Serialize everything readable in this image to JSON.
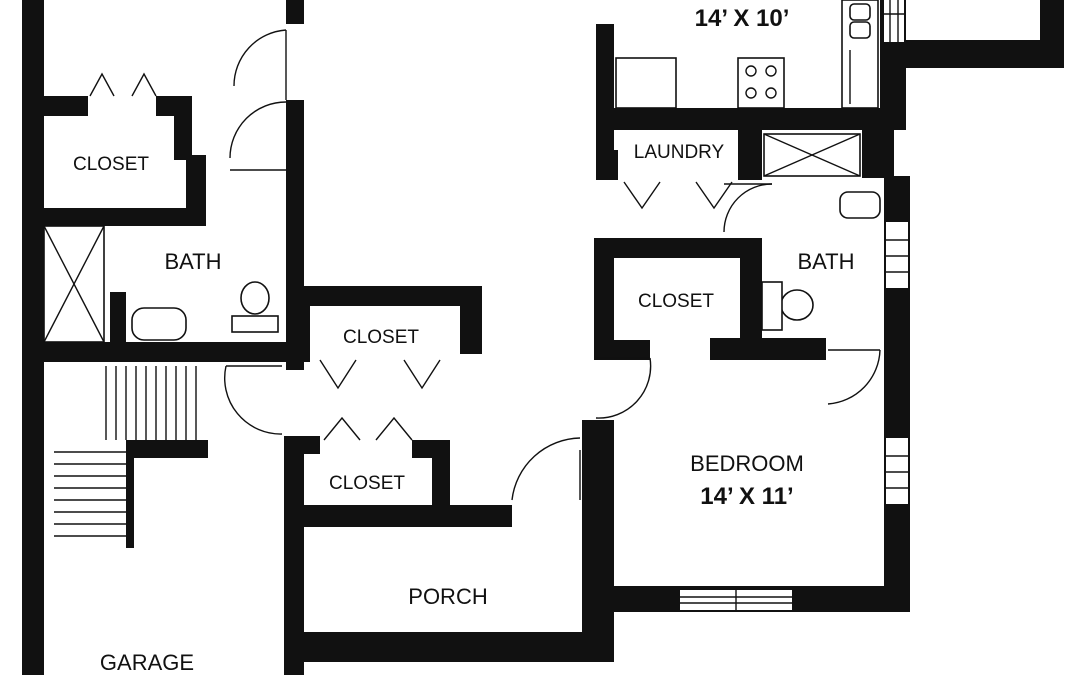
{
  "rooms": {
    "kitchen_dim": "14’ X 10’",
    "closet_top_left": "CLOSET",
    "bath_left": "BATH",
    "laundry": "LAUNDRY",
    "bath_right": "BATH",
    "closet_right": "CLOSET",
    "closet_center_upper": "CLOSET",
    "closet_center_lower": "CLOSET",
    "bedroom_name": "BEDROOM",
    "bedroom_dim": "14’ X 11’",
    "porch": "PORCH",
    "garage": "GARAGE"
  },
  "colors": {
    "wall": "#111111",
    "background": "#ffffff"
  }
}
